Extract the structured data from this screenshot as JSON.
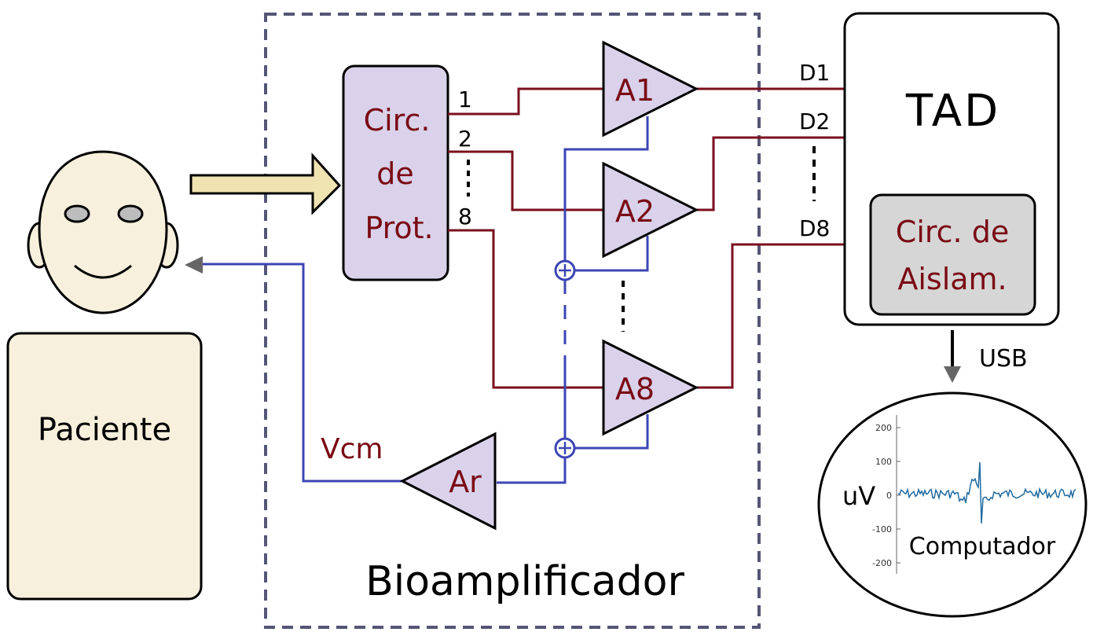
{
  "colors": {
    "signal_wire": "#7a0f1e",
    "reference_wire": "#3c46b4",
    "amp_fill": "#d9d2ea",
    "prot_fill": "#d9d2ea",
    "patient_fill": "#f7f0dc",
    "isolation_fill": "#d6d6d6",
    "dashed_border": "#555577",
    "arrow_fill": "#f0e3b2",
    "red_text": "#7a0a14",
    "trace": "#1f6aa0"
  },
  "patient": {
    "label": "Paciente"
  },
  "protection": {
    "line1": "Circ.",
    "line2": "de",
    "line3": "Prot.",
    "channel_labels": [
      "1",
      "2",
      "8"
    ]
  },
  "amplifiers": [
    "A1",
    "A2",
    "A8"
  ],
  "reference_amp": {
    "label": "Ar"
  },
  "vcm": {
    "label": "Vcm"
  },
  "bioamp": {
    "label": "Bioamplificador"
  },
  "tad": {
    "label": "TAD",
    "outputs": [
      "D1",
      "D2",
      "D8"
    ]
  },
  "isolation": {
    "line1": "Circ. de",
    "line2": "Aislam."
  },
  "usb": {
    "label": "USB"
  },
  "computer": {
    "label": "Computador",
    "unit": "uV",
    "y_ticks": [
      "200",
      "100",
      "0",
      "-100",
      "-200"
    ]
  },
  "icons": [
    "plus-circle-icon",
    "arrow-right-icon",
    "arrow-down-icon",
    "face-icon"
  ]
}
